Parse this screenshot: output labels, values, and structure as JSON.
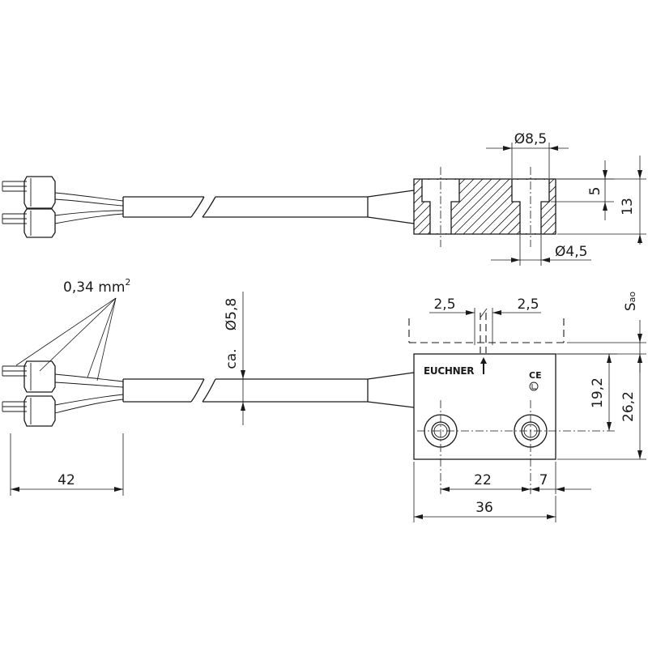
{
  "dimensions": {
    "top_bore": "Ø8,5",
    "top_hole": "Ø4,5",
    "counterbore_depth": "5",
    "body_height": "13",
    "wire_cross_section": "0,34 mm",
    "wire_cross_section_sup": "2",
    "cable_diameter": "Ø5,8",
    "cable_diameter_prefix": "ca.",
    "offset_left": "2,5",
    "offset_right": "2,5",
    "switching_distance": "S",
    "switching_distance_sub": "ao",
    "hole_height": "19,2",
    "total_height": "26,2",
    "wire_length": "42",
    "hole_spacing": "22",
    "edge_to_hole": "7",
    "body_width": "36"
  },
  "logo": {
    "brand": "EUCHNER",
    "mark": "CE"
  }
}
